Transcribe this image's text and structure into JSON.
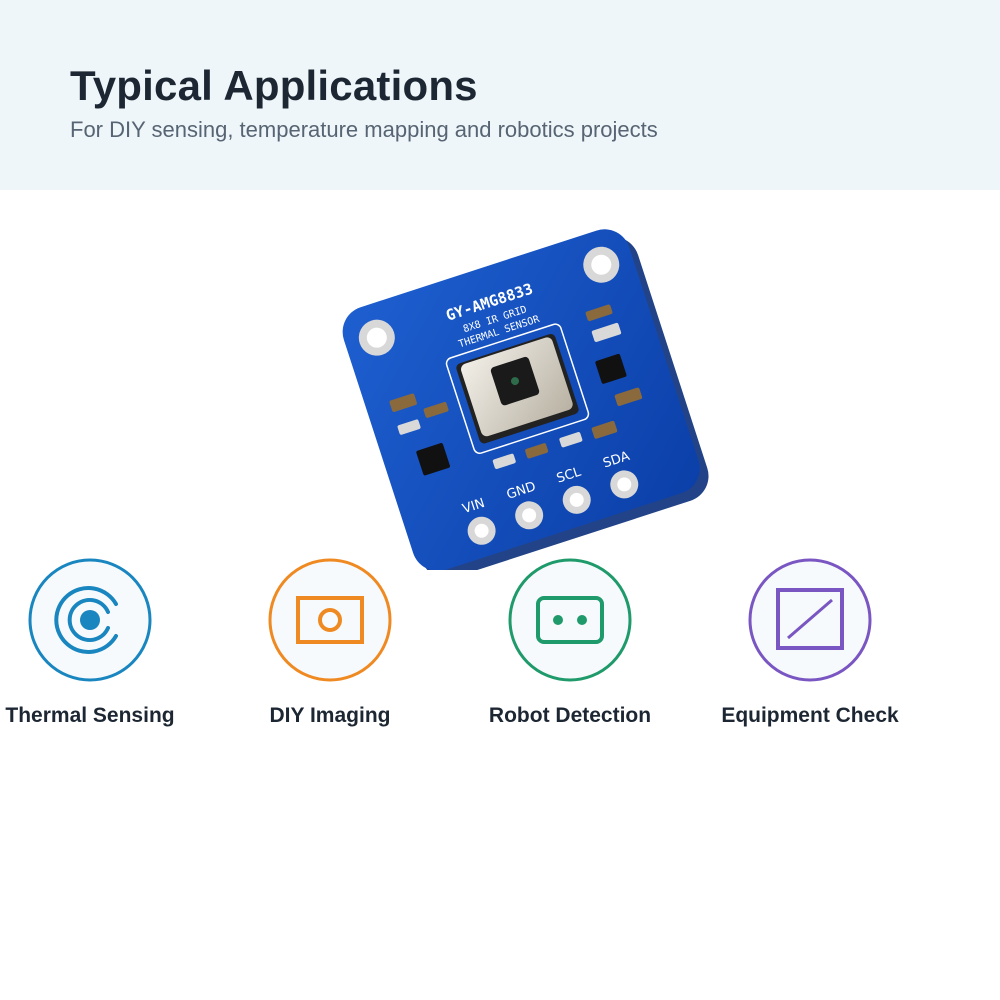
{
  "header": {
    "title": "Typical Applications",
    "subtitle": "For DIY sensing, temperature mapping and robotics projects"
  },
  "product": {
    "board_text_line1": "GY-AMG8833",
    "board_text_line2": "8X8 IR GRID",
    "board_text_line3": "THERMAL SENSOR",
    "pins": [
      "VIN",
      "GND",
      "SCL",
      "SDA"
    ]
  },
  "applications": [
    {
      "label": "Thermal Sensing",
      "icon": "thermal-target-icon",
      "color": "#1a86c0"
    },
    {
      "label": "DIY Imaging",
      "icon": "camera-frame-icon",
      "color": "#ef8a22"
    },
    {
      "label": "Robot Detection",
      "icon": "robot-face-icon",
      "color": "#1f9a6b"
    },
    {
      "label": "Equipment Check",
      "icon": "check-slash-icon",
      "color": "#7a56c2"
    }
  ]
}
